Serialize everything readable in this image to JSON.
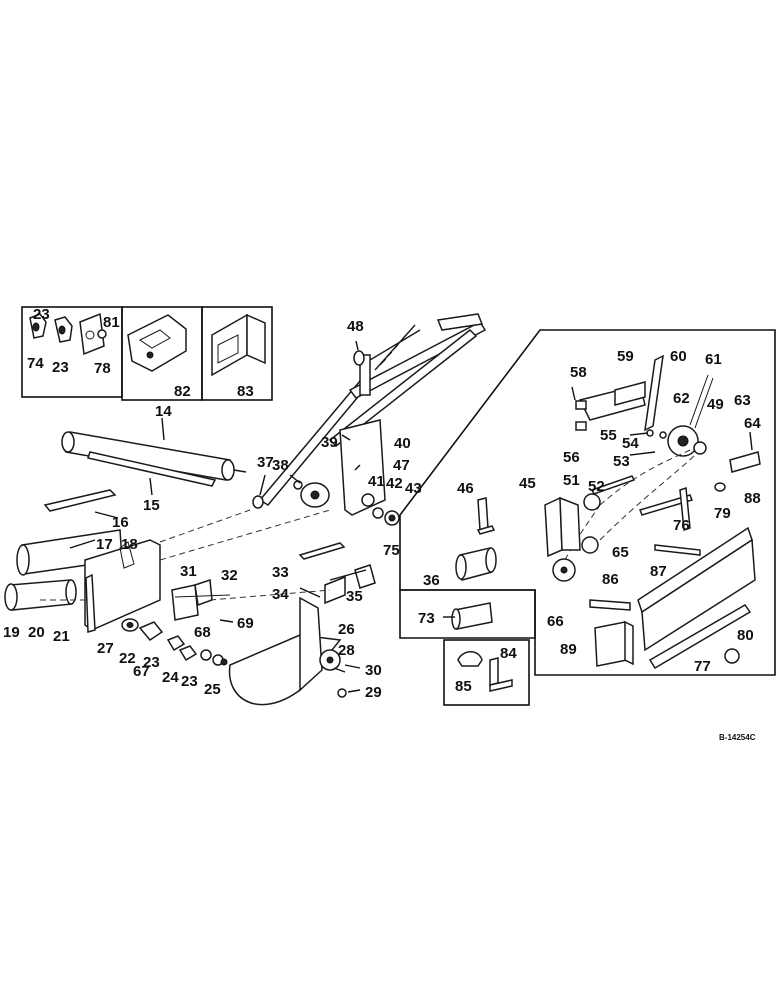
{
  "drawing_code": "B-14254C",
  "callouts": [
    "14",
    "15",
    "16",
    "17",
    "18",
    "19",
    "20",
    "21",
    "22",
    "23",
    "24",
    "25",
    "26",
    "27",
    "28",
    "29",
    "30",
    "31",
    "32",
    "33",
    "34",
    "35",
    "36",
    "37",
    "38",
    "39",
    "40",
    "41",
    "42",
    "43",
    "45",
    "46",
    "47",
    "48",
    "49",
    "51",
    "52",
    "53",
    "54",
    "55",
    "56",
    "58",
    "59",
    "60",
    "61",
    "62",
    "63",
    "64",
    "65",
    "66",
    "67",
    "68",
    "69",
    "73",
    "74",
    "75",
    "76",
    "77",
    "78",
    "79",
    "80",
    "81",
    "82",
    "83",
    "84",
    "85",
    "86",
    "87",
    "88",
    "89"
  ],
  "labels": [
    {
      "id": "l23a",
      "text": "23"
    },
    {
      "id": "l81",
      "text": "81"
    },
    {
      "id": "l74",
      "text": "74"
    },
    {
      "id": "l23b",
      "text": "23"
    },
    {
      "id": "l78",
      "text": "78"
    },
    {
      "id": "l82",
      "text": "82"
    },
    {
      "id": "l83",
      "text": "83"
    },
    {
      "id": "l14",
      "text": "14"
    },
    {
      "id": "l15",
      "text": "15"
    },
    {
      "id": "l16",
      "text": "16"
    },
    {
      "id": "l17",
      "text": "17"
    },
    {
      "id": "l18",
      "text": "18"
    },
    {
      "id": "l19",
      "text": "19"
    },
    {
      "id": "l20",
      "text": "20"
    },
    {
      "id": "l21",
      "text": "21"
    },
    {
      "id": "l27",
      "text": "27"
    },
    {
      "id": "l22",
      "text": "22"
    },
    {
      "id": "l23c",
      "text": "23"
    },
    {
      "id": "l67",
      "text": "67"
    },
    {
      "id": "l24",
      "text": "24"
    },
    {
      "id": "l23d",
      "text": "23"
    },
    {
      "id": "l25",
      "text": "25"
    },
    {
      "id": "l68",
      "text": "68"
    },
    {
      "id": "l69",
      "text": "69"
    },
    {
      "id": "l31",
      "text": "31"
    },
    {
      "id": "l32",
      "text": "32"
    },
    {
      "id": "l33",
      "text": "33"
    },
    {
      "id": "l34",
      "text": "34"
    },
    {
      "id": "l35",
      "text": "35"
    },
    {
      "id": "l26",
      "text": "26"
    },
    {
      "id": "l28",
      "text": "28"
    },
    {
      "id": "l30",
      "text": "30"
    },
    {
      "id": "l29",
      "text": "29"
    },
    {
      "id": "l37",
      "text": "37"
    },
    {
      "id": "l38",
      "text": "38"
    },
    {
      "id": "l39",
      "text": "39"
    },
    {
      "id": "l40",
      "text": "40"
    },
    {
      "id": "l47",
      "text": "47"
    },
    {
      "id": "l41",
      "text": "41"
    },
    {
      "id": "l42",
      "text": "42"
    },
    {
      "id": "l43",
      "text": "43"
    },
    {
      "id": "l75",
      "text": "75"
    },
    {
      "id": "l48",
      "text": "48"
    },
    {
      "id": "l46",
      "text": "46"
    },
    {
      "id": "l36",
      "text": "36"
    },
    {
      "id": "l45",
      "text": "45"
    },
    {
      "id": "l51",
      "text": "51"
    },
    {
      "id": "l52",
      "text": "52"
    },
    {
      "id": "l53",
      "text": "53"
    },
    {
      "id": "l58",
      "text": "58"
    },
    {
      "id": "l59",
      "text": "59"
    },
    {
      "id": "l60",
      "text": "60"
    },
    {
      "id": "l61",
      "text": "61"
    },
    {
      "id": "l62",
      "text": "62"
    },
    {
      "id": "l49",
      "text": "49"
    },
    {
      "id": "l63",
      "text": "63"
    },
    {
      "id": "l64",
      "text": "64"
    },
    {
      "id": "l55",
      "text": "55"
    },
    {
      "id": "l54",
      "text": "54"
    },
    {
      "id": "l56",
      "text": "56"
    },
    {
      "id": "l79",
      "text": "79"
    },
    {
      "id": "l88",
      "text": "88"
    },
    {
      "id": "l76",
      "text": "76"
    },
    {
      "id": "l65",
      "text": "65"
    },
    {
      "id": "l87",
      "text": "87"
    },
    {
      "id": "l86",
      "text": "86"
    },
    {
      "id": "l66",
      "text": "66"
    },
    {
      "id": "l73",
      "text": "73"
    },
    {
      "id": "l89",
      "text": "89"
    },
    {
      "id": "l80",
      "text": "80"
    },
    {
      "id": "l77",
      "text": "77"
    },
    {
      "id": "l85",
      "text": "85"
    },
    {
      "id": "l84",
      "text": "84"
    }
  ]
}
